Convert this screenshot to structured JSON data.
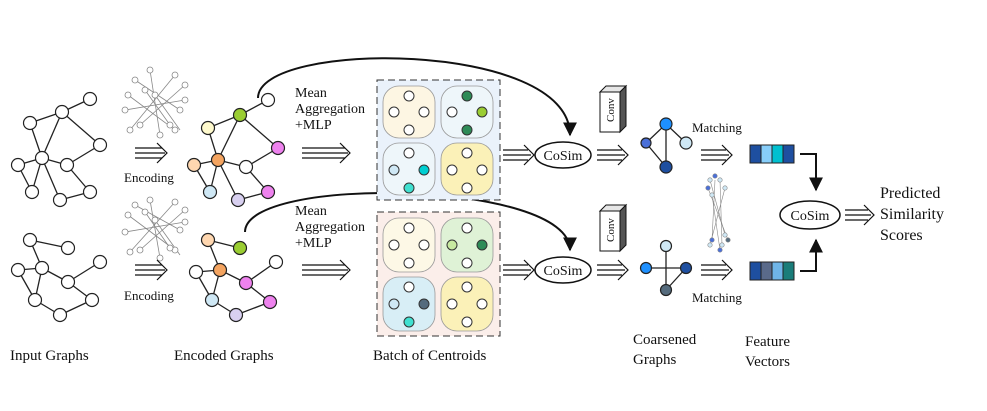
{
  "labels": {
    "input_graphs": "Input Graphs",
    "encoded_graphs": "Encoded Graphs",
    "batch_of_centroids": "Batch of Centroids",
    "coarsened_line1": "Coarsened",
    "coarsened_line2": "Graphs",
    "feature_line1": "Feature",
    "feature_line2": "Vectors",
    "encoding_top": "Encoding",
    "encoding_bottom": "Encoding",
    "mean_agg_top": [
      "Mean",
      "Aggregation",
      "+MLP"
    ],
    "mean_agg_bottom": [
      "Mean",
      "Aggregation",
      "+MLP"
    ],
    "cosim_top": "CoSim",
    "cosim_bottom": "CoSim",
    "cosim_final": "CoSim",
    "conv_top": "Conv",
    "conv_bottom": "Conv",
    "matching_top": "Matching",
    "matching_bottom": "Matching",
    "predicted": [
      "Predicted",
      "Similarity",
      "Scores"
    ]
  },
  "colors": {
    "top_batch_bg": "#eaf2fb",
    "bottom_batch_bg": "#fbeeea",
    "node_default": "#ffffff",
    "node_orange": "#f4a460",
    "node_green": "#9acd32",
    "node_pink": "#ee82ee",
    "node_light_yellow": "#fffacd",
    "node_lavender": "#d8d0f0",
    "node_light_blue": "#cfe8f5",
    "peach": "#ffd7b0",
    "light_green_peach": "#c7e9a0",
    "blue": "#1e90ff",
    "light_blue": "#87cefa",
    "slate": "#556b7d",
    "feature_top": [
      "#1e4fa0",
      "#87cefa",
      "#00c0d0",
      "#1e4fa0"
    ],
    "feature_bottom": [
      "#1e4fa0",
      "#5a6a8a",
      "#6fb5e8",
      "#1a7d7a"
    ]
  },
  "icons": [
    "arrow-icon",
    "conv-block-icon",
    "graph-icon",
    "graph-matching-icon"
  ]
}
